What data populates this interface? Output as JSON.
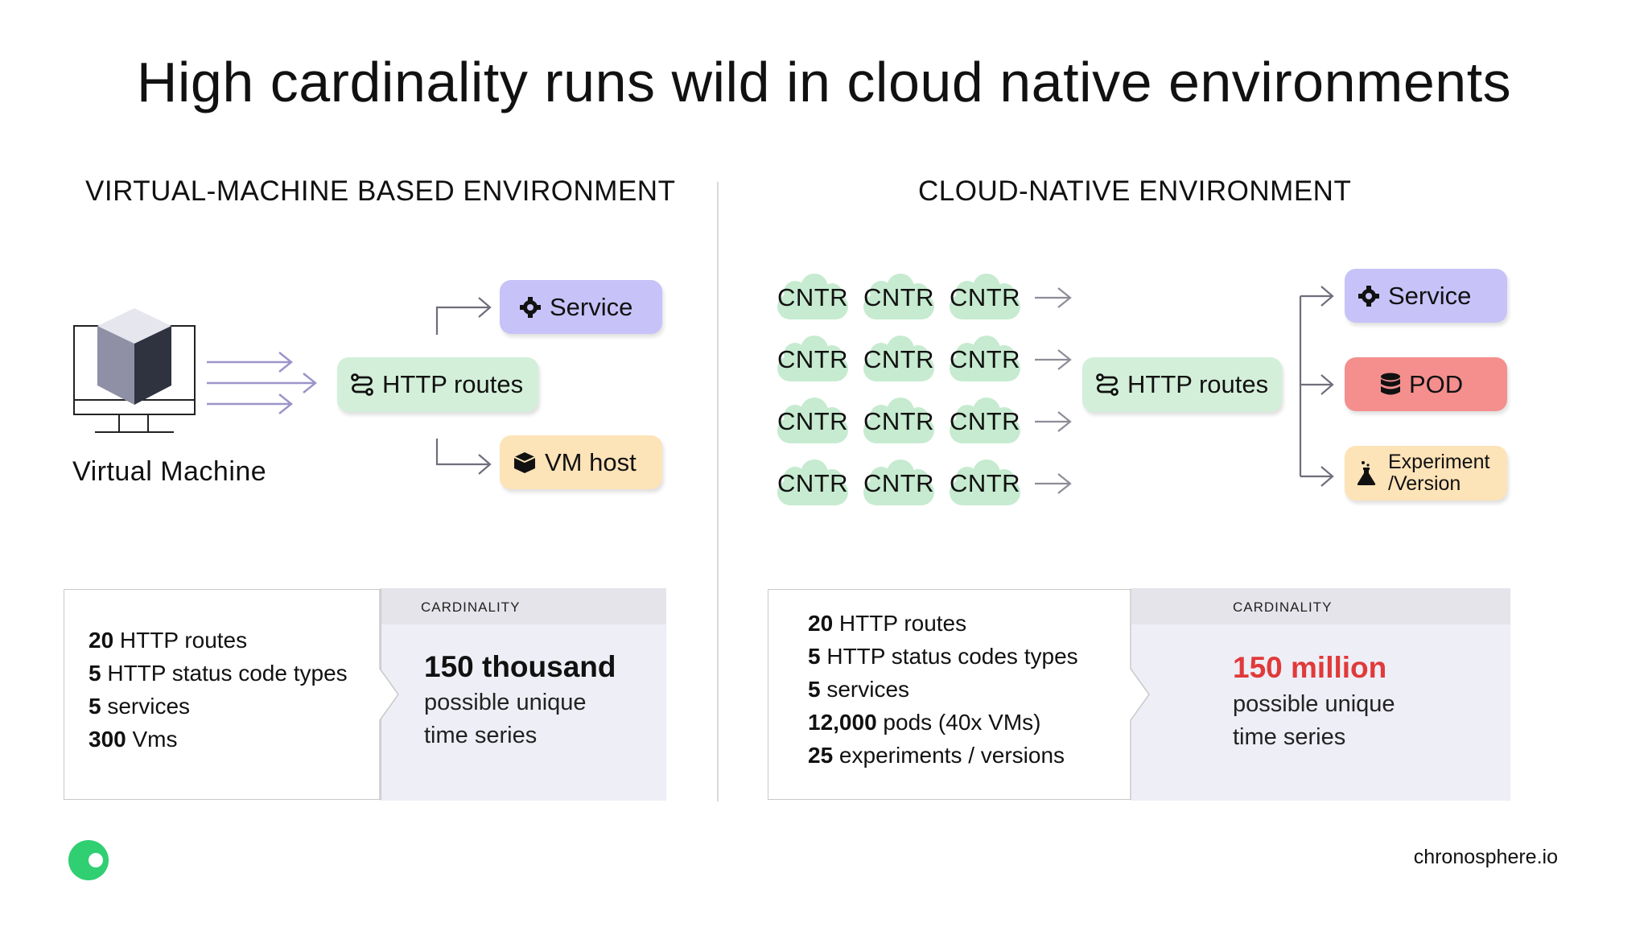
{
  "title": "High cardinality runs wild in cloud native environments",
  "left": {
    "heading": "VIRTUAL-MACHINE BASED ENVIRONMENT",
    "vm_label": "Virtual Machine",
    "routes_label": "HTTP routes",
    "service_label": "Service",
    "vmhost_label": "VM host",
    "stats": [
      {
        "num": "20",
        "text": " HTTP routes"
      },
      {
        "num": "5",
        "text": " HTTP status code types"
      },
      {
        "num": "5",
        "text": " services"
      },
      {
        "num": "300",
        "text": " Vms"
      }
    ],
    "cardinality_label": "CARDINALITY",
    "big_number": "150 thousand",
    "desc_line1": "possible unique",
    "desc_line2": "time series"
  },
  "right": {
    "heading": "CLOUD-NATIVE ENVIRONMENT",
    "cntr_label": "CNTR",
    "routes_label": "HTTP routes",
    "service_label": "Service",
    "pod_label": "POD",
    "experiment_line1": "Experiment",
    "experiment_line2": "/Version",
    "stats": [
      {
        "num": "20",
        "text": " HTTP routes"
      },
      {
        "num": "5",
        "text": " HTTP status codes types"
      },
      {
        "num": "5",
        "text": " services"
      },
      {
        "num": "12,000",
        "text": " pods (40x VMs)"
      },
      {
        "num": "25",
        "text": " experiments / versions"
      }
    ],
    "cardinality_label": "CARDINALITY",
    "big_number": "150 million",
    "desc_line1": "possible unique",
    "desc_line2": "time series"
  },
  "footer": {
    "url": "chronosphere.io"
  },
  "colors": {
    "purple": "#c7c2f8",
    "green": "#d3efd9",
    "orange": "#fde3b8",
    "red": "#f48f8e",
    "cloud": "#c6ebd0",
    "highlight": "#e03a3a",
    "logo": "#2fcf72"
  },
  "icons": [
    "monitor-icon",
    "cube-icon",
    "gear-icon",
    "route-icon",
    "box-icon",
    "database-icon",
    "flask-icon",
    "cloud-icon",
    "arrow-icon",
    "logo-icon"
  ]
}
